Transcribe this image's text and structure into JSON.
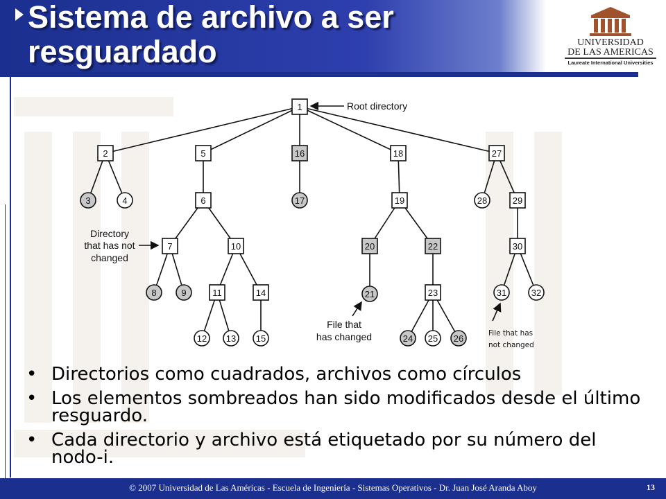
{
  "slide": {
    "title": "Sistema de archivo a ser resguardado"
  },
  "logo": {
    "line1": "UNIVERSIDAD",
    "line2": "DE LAS AMERICAS",
    "line3": "Laureate International Universities"
  },
  "diagram": {
    "nodes": [
      {
        "id": "1",
        "shape": "square",
        "shaded": false
      },
      {
        "id": "2",
        "shape": "square",
        "shaded": false
      },
      {
        "id": "5",
        "shape": "square",
        "shaded": false
      },
      {
        "id": "16",
        "shape": "square",
        "shaded": true
      },
      {
        "id": "18",
        "shape": "square",
        "shaded": false
      },
      {
        "id": "27",
        "shape": "square",
        "shaded": false
      },
      {
        "id": "3",
        "shape": "circle",
        "shaded": true
      },
      {
        "id": "4",
        "shape": "circle",
        "shaded": false
      },
      {
        "id": "6",
        "shape": "square",
        "shaded": false
      },
      {
        "id": "17",
        "shape": "circle",
        "shaded": true
      },
      {
        "id": "19",
        "shape": "square",
        "shaded": false
      },
      {
        "id": "28",
        "shape": "circle",
        "shaded": false
      },
      {
        "id": "29",
        "shape": "square",
        "shaded": false
      },
      {
        "id": "7",
        "shape": "square",
        "shaded": false
      },
      {
        "id": "10",
        "shape": "square",
        "shaded": false
      },
      {
        "id": "20",
        "shape": "square",
        "shaded": true
      },
      {
        "id": "22",
        "shape": "square",
        "shaded": true
      },
      {
        "id": "30",
        "shape": "square",
        "shaded": false
      },
      {
        "id": "8",
        "shape": "circle",
        "shaded": true
      },
      {
        "id": "9",
        "shape": "circle",
        "shaded": true
      },
      {
        "id": "11",
        "shape": "square",
        "shaded": false
      },
      {
        "id": "14",
        "shape": "square",
        "shaded": false
      },
      {
        "id": "21",
        "shape": "circle",
        "shaded": true
      },
      {
        "id": "23",
        "shape": "square",
        "shaded": false
      },
      {
        "id": "31",
        "shape": "circle",
        "shaded": false
      },
      {
        "id": "32",
        "shape": "circle",
        "shaded": false
      },
      {
        "id": "12",
        "shape": "circle",
        "shaded": false
      },
      {
        "id": "13",
        "shape": "circle",
        "shaded": false
      },
      {
        "id": "15",
        "shape": "circle",
        "shaded": false
      },
      {
        "id": "24",
        "shape": "circle",
        "shaded": true
      },
      {
        "id": "25",
        "shape": "circle",
        "shaded": false
      },
      {
        "id": "26",
        "shape": "circle",
        "shaded": true
      }
    ],
    "edges": [
      [
        "1",
        "2"
      ],
      [
        "1",
        "5"
      ],
      [
        "1",
        "16"
      ],
      [
        "1",
        "18"
      ],
      [
        "1",
        "27"
      ],
      [
        "2",
        "3"
      ],
      [
        "2",
        "4"
      ],
      [
        "5",
        "6"
      ],
      [
        "16",
        "17"
      ],
      [
        "18",
        "19"
      ],
      [
        "27",
        "28"
      ],
      [
        "27",
        "29"
      ],
      [
        "6",
        "7"
      ],
      [
        "6",
        "10"
      ],
      [
        "19",
        "20"
      ],
      [
        "19",
        "22"
      ],
      [
        "29",
        "30"
      ],
      [
        "7",
        "8"
      ],
      [
        "7",
        "9"
      ],
      [
        "10",
        "11"
      ],
      [
        "10",
        "14"
      ],
      [
        "20",
        "21"
      ],
      [
        "22",
        "23"
      ],
      [
        "30",
        "31"
      ],
      [
        "30",
        "32"
      ],
      [
        "11",
        "12"
      ],
      [
        "11",
        "13"
      ],
      [
        "14",
        "15"
      ],
      [
        "23",
        "24"
      ],
      [
        "23",
        "25"
      ],
      [
        "23",
        "26"
      ]
    ],
    "annotations": {
      "root": "Root directory",
      "dir_unchanged": [
        "Directory",
        "that has not",
        "changed"
      ],
      "file_changed": [
        "File that",
        "has changed"
      ],
      "file_unchanged": [
        "File that has",
        "not changed"
      ]
    }
  },
  "bullets": [
    "Directorios como cuadrados, archivos como círculos",
    "Los elementos sombreados han sido modificados desde el último resguardo.",
    "Cada directorio y archivo está etiquetado por su número del nodo-i."
  ],
  "footer": {
    "text": "© 2007 Universidad de Las Américas  -  Escuela de Ingeniería  -  Sistemas Operativos  -  Dr. Juan José Aranda Aboy",
    "page": "13"
  },
  "colors": {
    "accent": "#1b2f8f",
    "shaded_node": "#c8c8c8"
  }
}
